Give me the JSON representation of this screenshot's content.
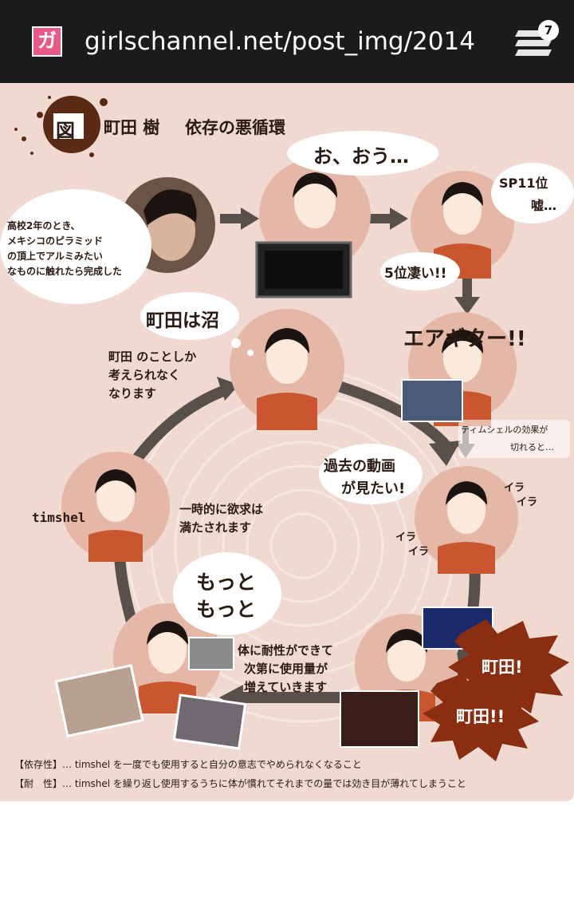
{
  "browser": {
    "favicon_glyph": "ガ",
    "url": "girlschannel.net/post_img/2014",
    "tab_count": "7",
    "tabs_icon": "tabs-stack-icon"
  },
  "infographic": {
    "figure_label": "図",
    "title_name": "町田 樹",
    "title_main": "依存の悪循環",
    "intro_lines": [
      "高校2年のとき、",
      "メキシコのピラミッド",
      "の頂上でアルミみたい",
      "なものに触れたら完成した"
    ],
    "speech_oou": "お、おう…",
    "speech_sp11_line1": "SP11位",
    "speech_sp11_line2": "嘘…",
    "speech_5i": "5位凄い!!",
    "speech_airguitar": "エアギター!!",
    "note_timshel_line1": "ティムシェルの効果が",
    "note_timshel_line2": "切れると…",
    "speech_numa": "町田は沼",
    "text_kotoshika_lines": [
      "町田 のことしか",
      "考えられなく",
      "なります"
    ],
    "speech_kako_line1": "過去の動画",
    "speech_kako_line2": "が見たい!",
    "ira_words": [
      "イラ",
      "イラ",
      "イラ",
      "イラ"
    ],
    "label_timshel": "timshel",
    "text_ichiji_line1": "一時的に欲求は",
    "text_ichiji_line2": "満たされます",
    "speech_motto_line1": "もっと",
    "speech_motto_line2": "もっと",
    "text_taisei_lines": [
      "体に耐性ができて",
      "次第に使用量が",
      "増えていきます"
    ],
    "burst_1": "町田!",
    "burst_2": "町田!!",
    "def_dependency": "【依存性】… timshel を一度でも使用すると自分の意志でやめられなくなること",
    "def_tolerance": "【耐　性】… timshel を繰り返し使用するうちに体が慣れてそれまでの量では効き目が薄れてしまうこと"
  },
  "colors": {
    "toolbar_bg": "#1b1b1b",
    "favicon_bg": "#e65a86",
    "infographic_bg": "#efd9d1",
    "circle_bg": "#e4b7a6",
    "shirt": "#c9562f",
    "arrow": "#5a504b",
    "burst": "#8a2e12"
  }
}
